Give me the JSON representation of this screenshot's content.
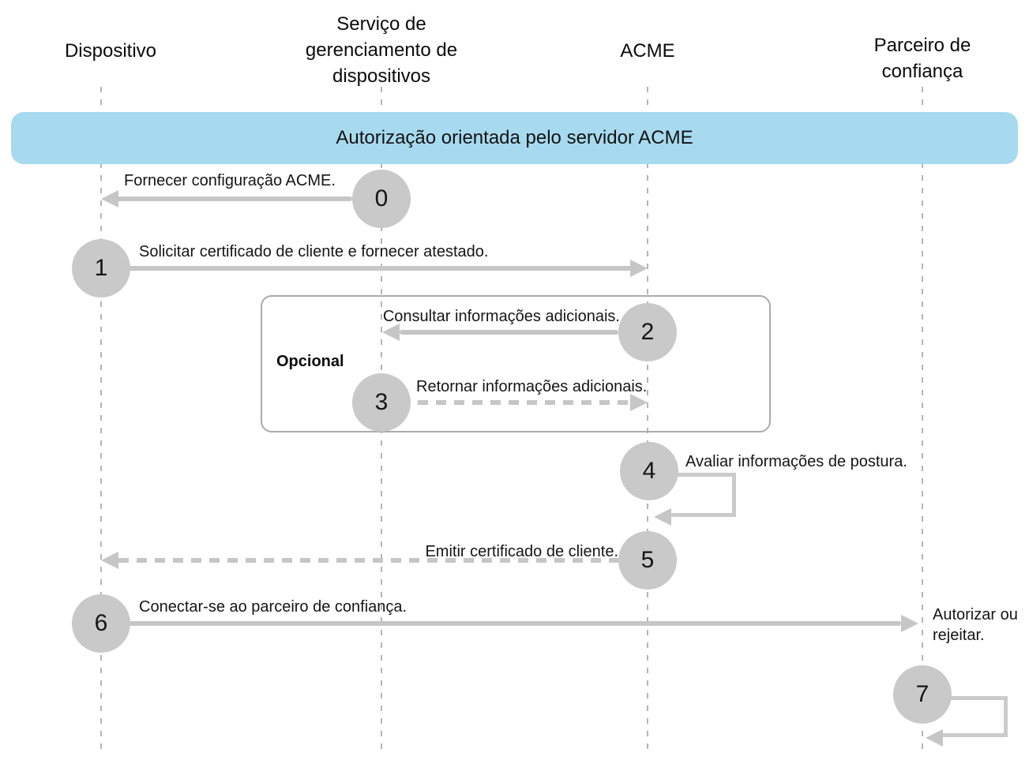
{
  "diagram": {
    "banner": {
      "label": "Autorização orientada pelo servidor ACME",
      "color": "#a7daef"
    },
    "actors": [
      {
        "name": "Dispositivo"
      },
      {
        "name": "Serviço de gerenciamento de dispositivos"
      },
      {
        "name": "ACME"
      },
      {
        "name": "Parceiro de confiança"
      }
    ],
    "optional_group_label": "Opcional",
    "steps": [
      {
        "num": "0",
        "label": "Fornecer configuração ACME.",
        "from": "Serviço de gerenciamento de dispositivos",
        "to": "Dispositivo",
        "line": "solid"
      },
      {
        "num": "1",
        "label": "Solicitar certificado de cliente e fornecer atestado.",
        "from": "Dispositivo",
        "to": "ACME",
        "line": "solid"
      },
      {
        "num": "2",
        "label": "Consultar informações adicionais.",
        "from": "ACME",
        "to": "Serviço de gerenciamento de dispositivos",
        "line": "solid",
        "group": "Opcional"
      },
      {
        "num": "3",
        "label": "Retornar informações adicionais.",
        "from": "Serviço de gerenciamento de dispositivos",
        "to": "ACME",
        "line": "dashed",
        "group": "Opcional"
      },
      {
        "num": "4",
        "label": "Avaliar informações de postura.",
        "from": "ACME",
        "to": "ACME",
        "line": "self-loop"
      },
      {
        "num": "5",
        "label": "Emitir certificado de cliente.",
        "from": "ACME",
        "to": "Dispositivo",
        "line": "dashed"
      },
      {
        "num": "6",
        "label": "Conectar-se ao parceiro de confiança.",
        "from": "Dispositivo",
        "to": "Parceiro de confiança",
        "line": "solid"
      },
      {
        "num": "7",
        "label": "Autorizar ou rejeitar.",
        "from": "Parceiro de confiança",
        "to": "Parceiro de confiança",
        "line": "self-loop"
      }
    ],
    "colors": {
      "circle": "#c9c9c9",
      "arrow": "#c6c6c6",
      "lifeline": "#b5b5b5",
      "group_border": "#ababab"
    }
  }
}
